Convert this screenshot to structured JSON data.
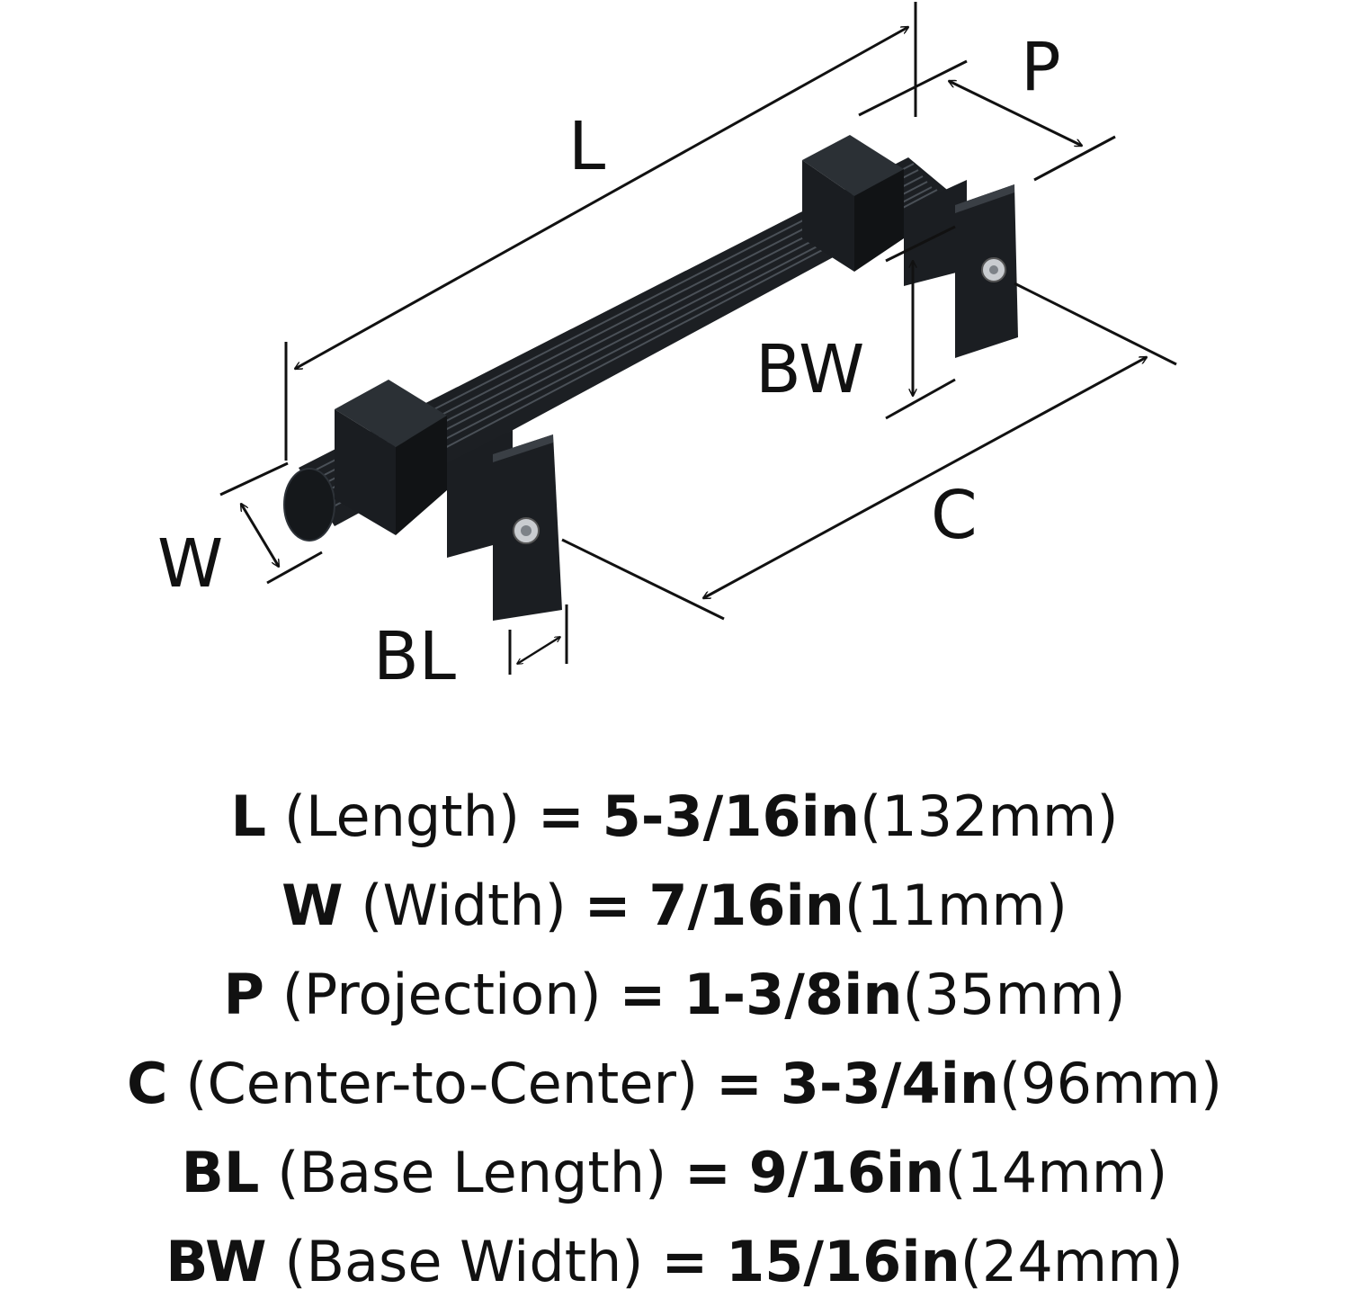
{
  "diagram": {
    "labels": {
      "L": "L",
      "P": "P",
      "BW": "BW",
      "C": "C",
      "W": "W",
      "BL": "BL"
    },
    "colors": {
      "handle": "#1b1e22",
      "handle_highlight": "#3a3f45",
      "lines": "#111111",
      "screw": "#c9ccd0"
    }
  },
  "specs": [
    {
      "code": "L",
      "name": "(Length)",
      "equals": "=",
      "imperial": "5-3/16in",
      "metric": "(132mm)"
    },
    {
      "code": "W",
      "name": "(Width)",
      "equals": "=",
      "imperial": "7/16in",
      "metric": "(11mm)"
    },
    {
      "code": "P",
      "name": "(Projection)",
      "equals": "=",
      "imperial": "1-3/8in",
      "metric": "(35mm)"
    },
    {
      "code": "C",
      "name": "(Center-to-Center)",
      "equals": "=",
      "imperial": "3-3/4in",
      "metric": "(96mm)"
    },
    {
      "code": "BL",
      "name": "(Base Length)",
      "equals": "=",
      "imperial": "9/16in",
      "metric": "(14mm)"
    },
    {
      "code": "BW",
      "name": "(Base Width)",
      "equals": "=",
      "imperial": "15/16in",
      "metric": "(24mm)"
    }
  ]
}
